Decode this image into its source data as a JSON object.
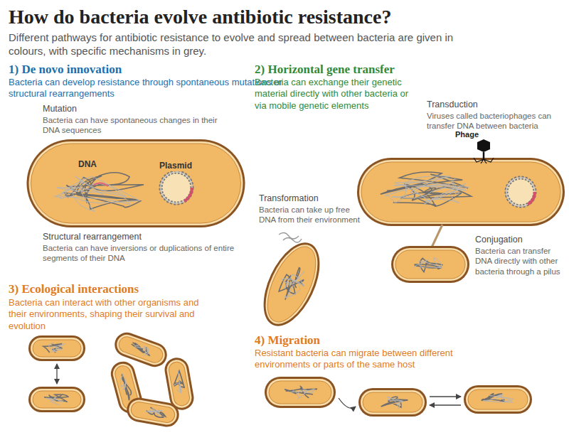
{
  "diagram": {
    "title": "How do bacteria evolve antibiotic resistance?",
    "labels": [
      "Different pathways for antibiotic resistance to evolve and spread between bacteria are given in colours, with specific mechanisms in grey.",
      "1) De novo innovation",
      "Bacteria can develop resistance through spontaneous mutations or structural rearrangements",
      "Mutation",
      "Bacteria can have spontaneous changes in their DNA sequences",
      "DNA",
      "Plasmid",
      "Structural rearrangement",
      "Bacteria can have inversions or duplications of entire segments of their DNA",
      "2) Horizontal gene transfer",
      "Bacteria can exchange their genetic material directly with other bacteria or via mobile genetic elements",
      "Transduction",
      "Viruses called bacteriophages can transfer DNA between bacteria",
      "Phage",
      "Transformation",
      "Bacteria can take up free DNA from their environment",
      "Conjugation",
      "Bacteria can transfer DNA directly with other bacteria through a pilus",
      "3) Ecological interactions",
      "Bacteria can interact with other organisms and their environments, shaping their survival and evolution",
      "4) Migration",
      "Resistant bacteria can migrate between different environments or parts of the same host"
    ]
  }
}
